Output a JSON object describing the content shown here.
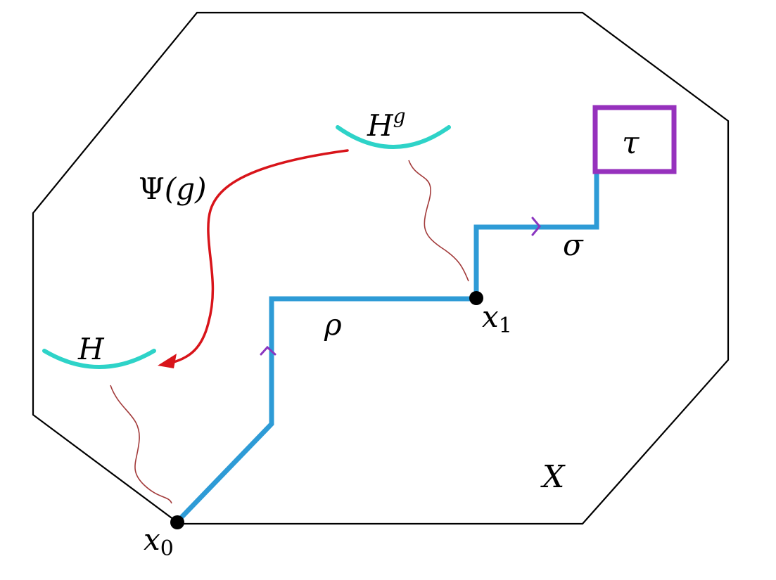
{
  "labels": {
    "space": "X",
    "subspace": "H",
    "subspace_translate_base": "H",
    "subspace_translate_exp": "g",
    "map_name": "Ψ",
    "map_arg": "(g)",
    "path_rho": "ρ",
    "path_sigma": "σ",
    "cell_tau": "τ",
    "basepoint_0": "x",
    "basepoint_0_sub": "0",
    "basepoint_1": "x",
    "basepoint_1_sub": "1"
  },
  "colors": {
    "outline": "#000000",
    "path": "#2e9bd6",
    "arc": "#2ed3c8",
    "map_arrow": "#d8141a",
    "squiggle": "#a23a3a",
    "cell": "#9631bd",
    "orientation_marker": "#8a35c0",
    "point": "#000000"
  },
  "icons": {
    "map_arrowhead": "arrowhead-icon",
    "orientation_marker": "chevron-icon"
  }
}
